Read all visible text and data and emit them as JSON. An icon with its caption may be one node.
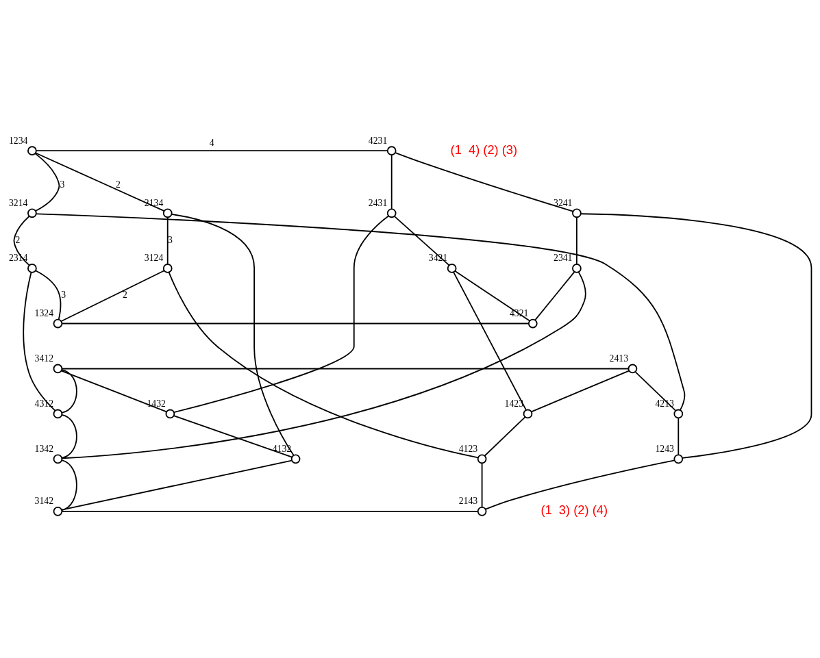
{
  "diagram": {
    "nodes": [
      {
        "text": [],
        "shape": "circle",
        "beside": [
          "1234"
        ]
      },
      {
        "text": [],
        "shape": "circle",
        "beside": [
          "4231"
        ]
      },
      {
        "text": [],
        "shape": "circle",
        "beside": [
          "3214"
        ]
      },
      {
        "text": [],
        "shape": "circle",
        "beside": [
          "2134"
        ]
      },
      {
        "text": [],
        "shape": "circle",
        "beside": [
          "3241"
        ]
      },
      {
        "text": [],
        "shape": "circle",
        "beside": [
          "2431"
        ]
      },
      {
        "text": [],
        "shape": "circle",
        "beside": [
          "2314"
        ]
      },
      {
        "text": [],
        "shape": "circle",
        "beside": [
          "3124"
        ]
      },
      {
        "text": [],
        "shape": "circle",
        "beside": [
          "2341"
        ]
      },
      {
        "text": [],
        "shape": "circle",
        "beside": [
          "3421"
        ]
      },
      {
        "text": [],
        "shape": "circle",
        "beside": [
          "1324"
        ]
      },
      {
        "text": [],
        "shape": "circle",
        "beside": [
          "4321"
        ]
      },
      {
        "text": [],
        "shape": "circle",
        "beside": [
          "3412"
        ]
      },
      {
        "text": [],
        "shape": "circle",
        "beside": [
          "2413"
        ]
      },
      {
        "text": [],
        "shape": "circle",
        "beside": [
          "4312"
        ]
      },
      {
        "text": [],
        "shape": "circle",
        "beside": [
          "1432"
        ]
      },
      {
        "text": [],
        "shape": "circle",
        "beside": [
          "4213"
        ]
      },
      {
        "text": [],
        "shape": "circle",
        "beside": [
          "1423"
        ]
      },
      {
        "text": [],
        "shape": "circle",
        "beside": [
          "1342"
        ]
      },
      {
        "text": [],
        "shape": "circle",
        "beside": [
          "4132"
        ]
      },
      {
        "text": [],
        "shape": "circle",
        "beside": [
          "1243"
        ]
      },
      {
        "text": [],
        "shape": "circle",
        "beside": [
          "4123"
        ]
      },
      {
        "text": [],
        "shape": "circle",
        "beside": [
          "3142"
        ]
      },
      {
        "text": [],
        "shape": "circle",
        "beside": [
          "2143"
        ]
      }
    ],
    "edges": [
      {
        "from": 0,
        "to": 1,
        "arrow": "none",
        "label": "4"
      },
      {
        "from": 0,
        "to": 2,
        "arrow": "none",
        "label": "3"
      },
      {
        "from": 0,
        "to": 3,
        "arrow": "none",
        "label": "2"
      },
      {
        "from": 1,
        "to": 4,
        "arrow": "none"
      },
      {
        "from": 1,
        "to": 5,
        "arrow": "none"
      },
      {
        "from": 2,
        "to": 6,
        "arrow": "none",
        "label": "2"
      },
      {
        "from": 2,
        "to": 16,
        "arrow": "none"
      },
      {
        "from": 3,
        "to": 7,
        "arrow": "none",
        "label": "3"
      },
      {
        "from": 3,
        "to": 19,
        "arrow": "none"
      },
      {
        "from": 4,
        "to": 8,
        "arrow": "none"
      },
      {
        "from": 4,
        "to": 20,
        "arrow": "none"
      },
      {
        "from": 5,
        "to": 9,
        "arrow": "none"
      },
      {
        "from": 5,
        "to": 15,
        "arrow": "none"
      },
      {
        "from": 6,
        "to": 10,
        "arrow": "none",
        "label": "3"
      },
      {
        "from": 6,
        "to": 14,
        "arrow": "none"
      },
      {
        "from": 7,
        "to": 10,
        "arrow": "none",
        "label": "2"
      },
      {
        "from": 7,
        "to": 21,
        "arrow": "none"
      },
      {
        "from": 8,
        "to": 11,
        "arrow": "none"
      },
      {
        "from": 8,
        "to": 18,
        "arrow": "none"
      },
      {
        "from": 9,
        "to": 11,
        "arrow": "none"
      },
      {
        "from": 9,
        "to": 17,
        "arrow": "none"
      },
      {
        "from": 10,
        "to": 11,
        "arrow": "none"
      },
      {
        "from": 12,
        "to": 13,
        "arrow": "none"
      },
      {
        "from": 12,
        "to": 14,
        "arrow": "none"
      },
      {
        "from": 12,
        "to": 15,
        "arrow": "none"
      },
      {
        "from": 13,
        "to": 16,
        "arrow": "none"
      },
      {
        "from": 13,
        "to": 17,
        "arrow": "none"
      },
      {
        "from": 14,
        "to": 18,
        "arrow": "none"
      },
      {
        "from": 15,
        "to": 19,
        "arrow": "none"
      },
      {
        "from": 16,
        "to": 20,
        "arrow": "none"
      },
      {
        "from": 17,
        "to": 21,
        "arrow": "none"
      },
      {
        "from": 18,
        "to": 22,
        "arrow": "none"
      },
      {
        "from": 19,
        "to": 22,
        "arrow": "none"
      },
      {
        "from": 20,
        "to": 23,
        "arrow": "none"
      },
      {
        "from": 21,
        "to": 23,
        "arrow": "none"
      },
      {
        "from": 22,
        "to": 23,
        "arrow": "none"
      }
    ],
    "labels": [
      "(1  4) (2) (3)",
      "(1  3) (2) (4)"
    ]
  }
}
